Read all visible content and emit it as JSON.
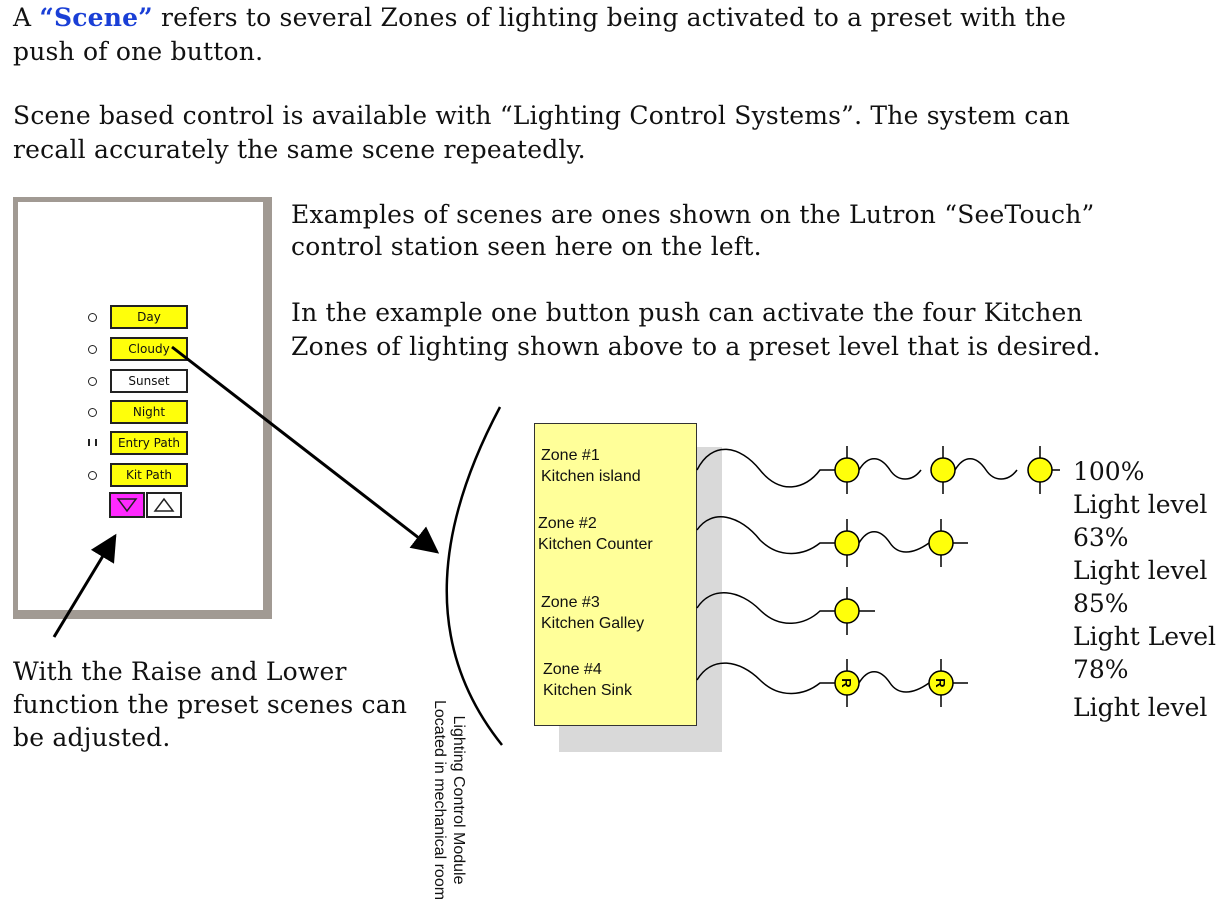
{
  "intro": {
    "prefix": "A ",
    "scene_term": "“Scene”",
    "line1_rest": " refers to several Zones of lighting being activated to a preset with the",
    "line2": "push of one button."
  },
  "para2": {
    "line1": "Scene based control is available with “Lighting Control Systems”. The system can",
    "line2": "recall accurately the same scene repeatedly."
  },
  "para3": {
    "line1": "Examples of scenes are ones shown on the Lutron “SeeTouch”",
    "line2": "control station seen here on the left."
  },
  "para4": {
    "line1": "In the example one button push can activate the four Kitchen",
    "line2": "Zones of lighting shown above to a preset level that is desired."
  },
  "para5": {
    "line1": "With the Raise and Lower",
    "line2": "function the preset scenes can",
    "line3": "be adjusted."
  },
  "keypad": {
    "buttons": [
      {
        "label": "Day",
        "color": "#ffff0a"
      },
      {
        "label": "Cloudy",
        "color": "#ffff0a"
      },
      {
        "label": "Sunset",
        "color": "#ffffff"
      },
      {
        "label": "Night",
        "color": "#ffff0a"
      },
      {
        "label": "Entry Path",
        "color": "#ffff0a"
      },
      {
        "label": "Kit Path",
        "color": "#ffff0a"
      }
    ],
    "lower_color": "#ff2aff",
    "raise_color": "#ffffff"
  },
  "module": {
    "label_line1": "Lighting Control Module",
    "label_line2": "Located in mechanical room",
    "color": "#ffff99",
    "zones": [
      {
        "title": "Zone #1",
        "name": "Kitchen island"
      },
      {
        "title": "Zone #2",
        "name": "Kitchen Counter"
      },
      {
        "title": "Zone #3",
        "name": "Kitchen Galley"
      },
      {
        "title": "Zone #4",
        "name": "Kitchen Sink"
      }
    ]
  },
  "levels": [
    {
      "percent": "100%",
      "caption": "Light level"
    },
    {
      "percent": "63%",
      "caption": "Light level"
    },
    {
      "percent": "85%",
      "caption": "Light Level"
    },
    {
      "percent": "78%",
      "caption": "Light level"
    }
  ],
  "fixture_marker": "R",
  "colors": {
    "fixture_fill": "#ffff0a",
    "scene_term": "#1a3fd6"
  }
}
